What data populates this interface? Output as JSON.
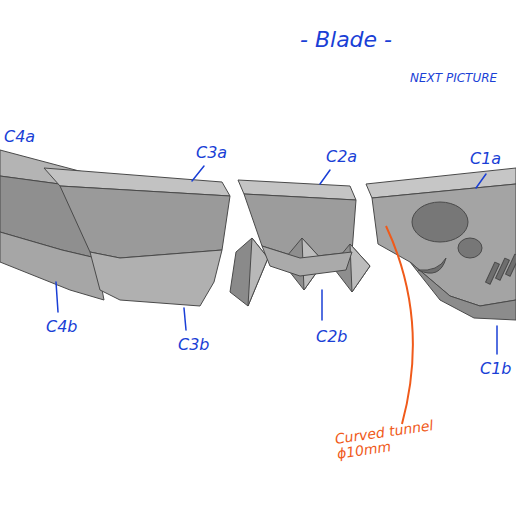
{
  "diagram": {
    "title": "- Blade -",
    "labels": [
      "C4a",
      "C3a",
      "C2a",
      "C1a",
      "NEXT PICTURE",
      "C4b",
      "C3b",
      "C2b",
      "C1b",
      "Curved tunnel ϕ10mm"
    ]
  }
}
